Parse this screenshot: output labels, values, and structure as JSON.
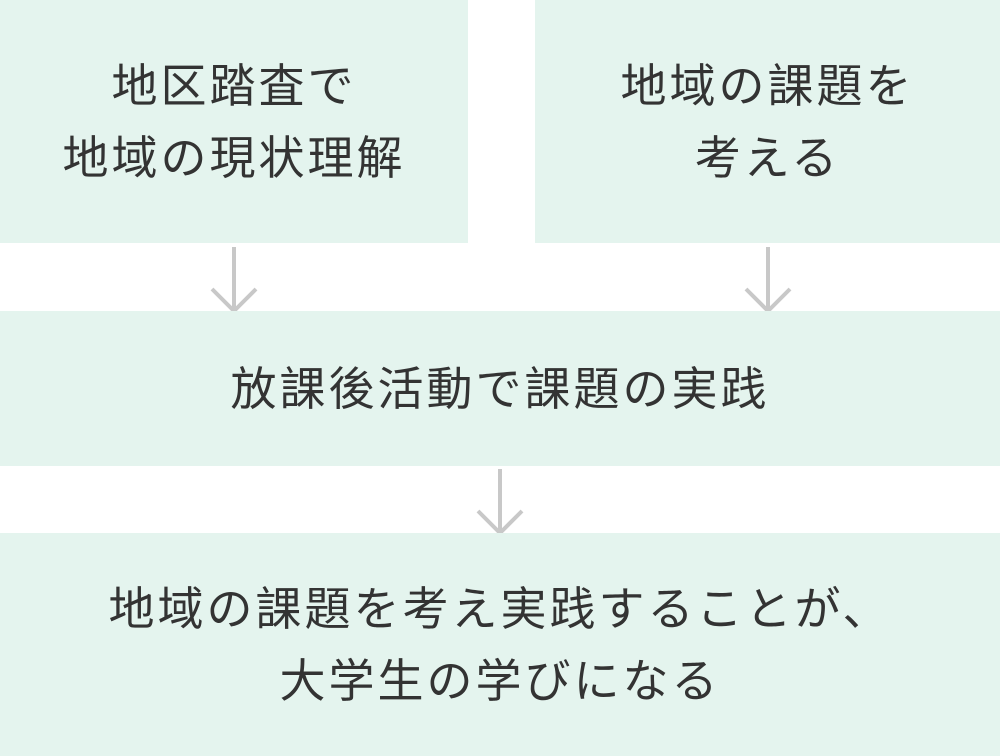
{
  "boxes": {
    "survey": {
      "line1": "地区踏査で",
      "line2": "地域の現状理解"
    },
    "issues": {
      "line1": "地域の課題を",
      "line2": "考える"
    },
    "practice": {
      "line1": "放課後活動で課題の実践"
    },
    "learning": {
      "line1": "地域の課題を考え実践することが、",
      "line2": "大学生の学びになる"
    }
  },
  "colors": {
    "box_fill": "#e4f4ee",
    "text": "#333333",
    "arrow": "#c8c8c8"
  }
}
